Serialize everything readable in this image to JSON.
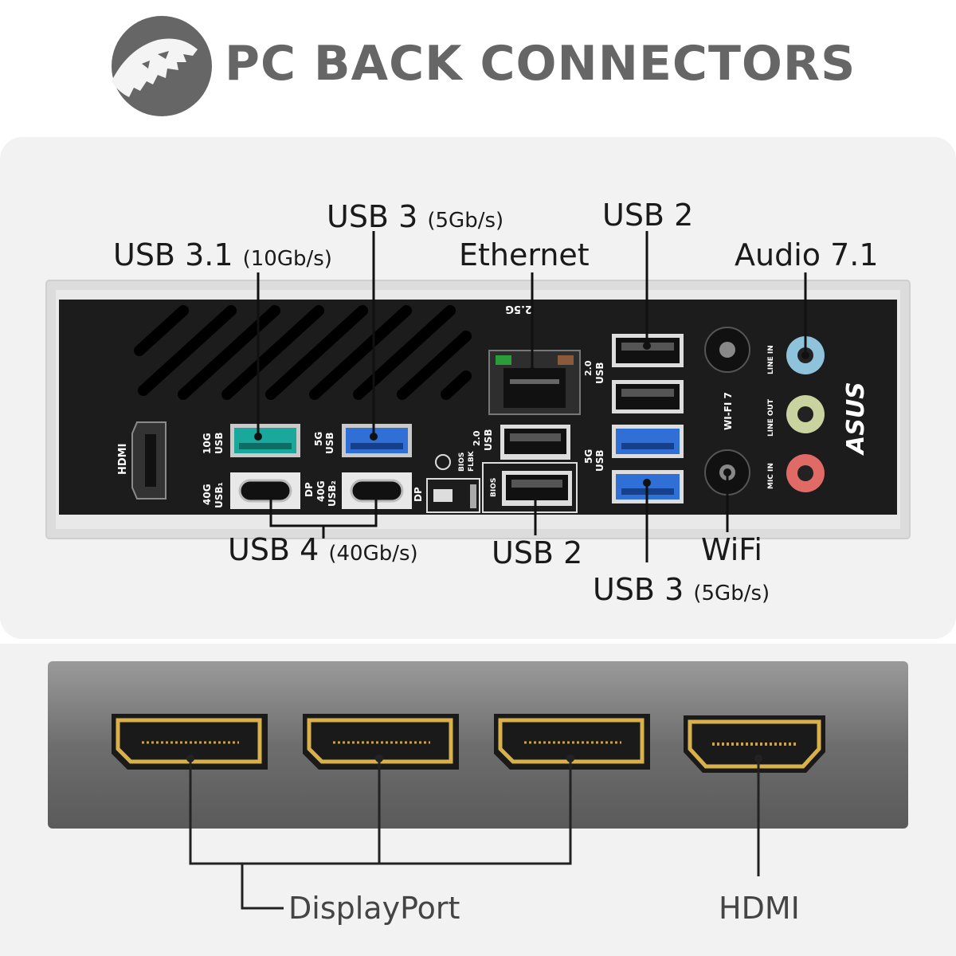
{
  "header": {
    "title": "PC BACK CONNECTORS",
    "logo_icon": "dinosaur-skull-icon"
  },
  "io_panel": {
    "brand": "ASUS",
    "labels": {
      "usb31": "USB 3.1",
      "usb31_speed": "(10Gb/s)",
      "usb3_top": "USB 3",
      "usb3_top_speed": "(5Gb/s)",
      "ethernet": "Ethernet",
      "usb2_top": "USB 2",
      "audio": "Audio 7.1",
      "usb4": "USB 4",
      "usb4_speed": "(40Gb/s)",
      "usb2_bottom": "USB 2",
      "wifi": "WiFi",
      "usb3_bottom": "USB 3",
      "usb3_bottom_speed": "(5Gb/s)"
    },
    "silkscreen": {
      "hdmi": "HDMI",
      "usb10g_a": "10G",
      "usb10g_b": "USB",
      "usb5g_a": "5G",
      "usb5g_b": "USB",
      "usb40g1_a": "40G",
      "usb40g1_b": "USB₁",
      "dp1": "DP",
      "usb40g2_a": "40G",
      "usb40g2_b": "USB₂",
      "dp2": "DP",
      "usb20_mid_a": "2.0",
      "usb20_mid_b": "USB",
      "bios_flbk_a": "BIOS",
      "bios_flbk_b": "FLBK",
      "bios": "BIOS",
      "eth_speed": "2.5G",
      "usb20_top_a": "2.0",
      "usb20_top_b": "USB",
      "usb5g_right_a": "5G",
      "usb5g_right_b": "USB",
      "wifi7": "WI-FI 7",
      "line_in": "LINE IN",
      "line_out": "LINE OUT",
      "mic_in": "MIC IN"
    },
    "colors": {
      "usb31_port": "#1aa89c",
      "usb3_port": "#2f6fd6",
      "line_in": "#8fc3dc",
      "line_out": "#c9d3a0",
      "mic_in": "#e06a66"
    }
  },
  "gpu_panel": {
    "labels": {
      "displayport": "DisplayPort",
      "hdmi": "HDMI"
    },
    "port_color": "#d9b14a"
  }
}
